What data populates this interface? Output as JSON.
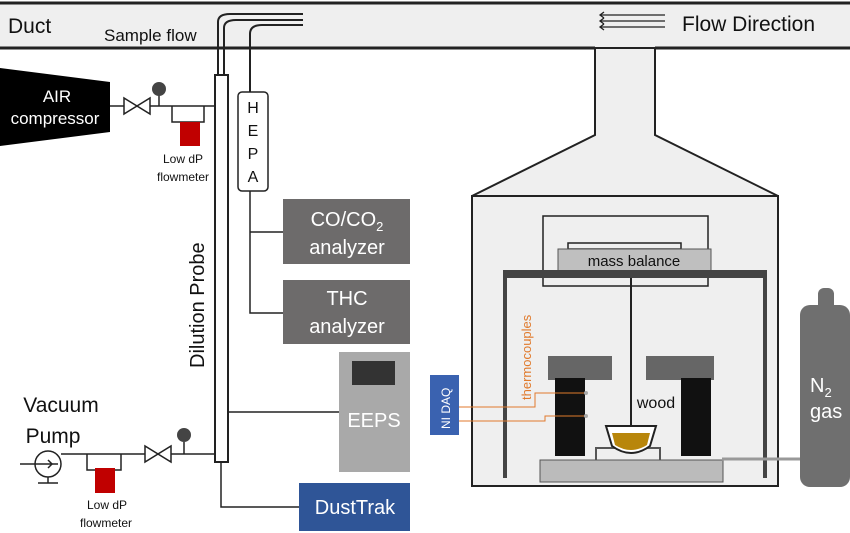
{
  "labels": {
    "duct": "Duct",
    "sample_flow": "Sample flow",
    "flow_direction": "Flow Direction",
    "air_compressor_line1": "AIR",
    "air_compressor_line2": "compressor",
    "low_dp_top_line1": "Low dP",
    "low_dp_top_line2": "flowmeter",
    "hepa": [
      "H",
      "E",
      "P",
      "A"
    ],
    "co_co2_line1": "CO/CO",
    "co_co2_sub": "2",
    "co_co2_line2": "analyzer",
    "thc_line1": "THC",
    "thc_line2": "analyzer",
    "dilution_probe": "Dilution Probe",
    "eeps": "EEPS",
    "dusttrak": "DustTrak",
    "vacuum_line1": "Vacuum",
    "vacuum_line2": "Pump",
    "low_dp_bottom_line1": "Low dP",
    "low_dp_bottom_line2": "flowmeter",
    "mass_balance": "mass balance",
    "thermocouples": "thermocouples",
    "ni_daq": "NI DAQ",
    "wood": "wood",
    "n2_line1": "N",
    "n2_sub": "2",
    "n2_line2": "gas"
  },
  "colors": {
    "analyzer_gray": "#6d6b6b",
    "eeps_gray": "#a9a9a9",
    "dusttrak_blue": "#2f5597",
    "nidaq_blue": "#3a62b0",
    "flowmeter_red": "#c00000",
    "thermocouple_orange": "#e07a2c",
    "wood_gold": "#b8860b",
    "duct_fill": "#efefef",
    "n2_gray": "#6f6f6f"
  }
}
